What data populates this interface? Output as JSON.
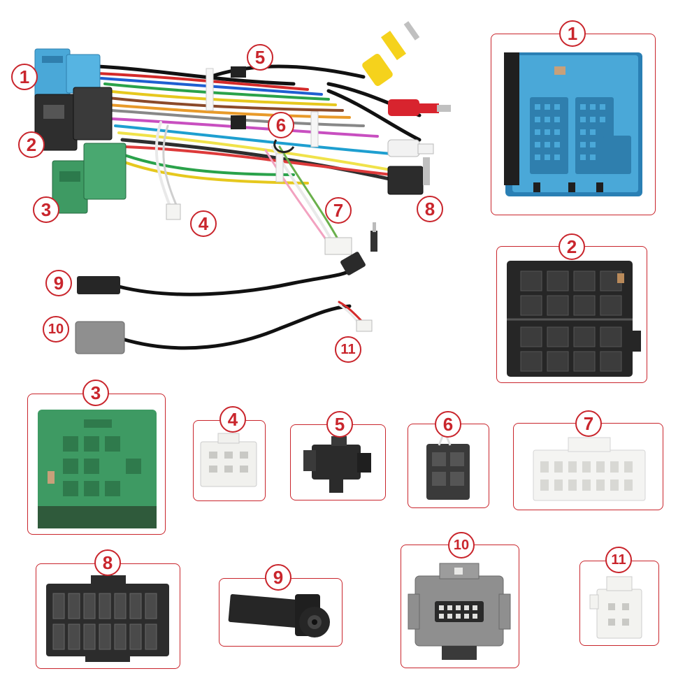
{
  "labels": {
    "n1": "1",
    "n2": "2",
    "n3": "3",
    "n4": "4",
    "n5": "5",
    "n6": "6",
    "n7": "7",
    "n8": "8",
    "n9": "9",
    "n10": "10",
    "n11": "11"
  },
  "colors": {
    "accent": "#c9252c",
    "connector1": "#3f9fd4",
    "connector2": "#2e2e2e",
    "connector3": "#3e9a63",
    "connector4": "#f1f1ee",
    "connector5": "#2b2b2b",
    "connector6": "#3a3a3a",
    "connector7": "#f4f4f2",
    "connector8": "#2c2c2c",
    "connector9": "#262626",
    "connector10": "#8f8f8f",
    "connector11": "#f3f3f0",
    "rca_yellow": "#f5d21c",
    "rca_red": "#d8242e",
    "rca_white": "#f2f2f2"
  }
}
